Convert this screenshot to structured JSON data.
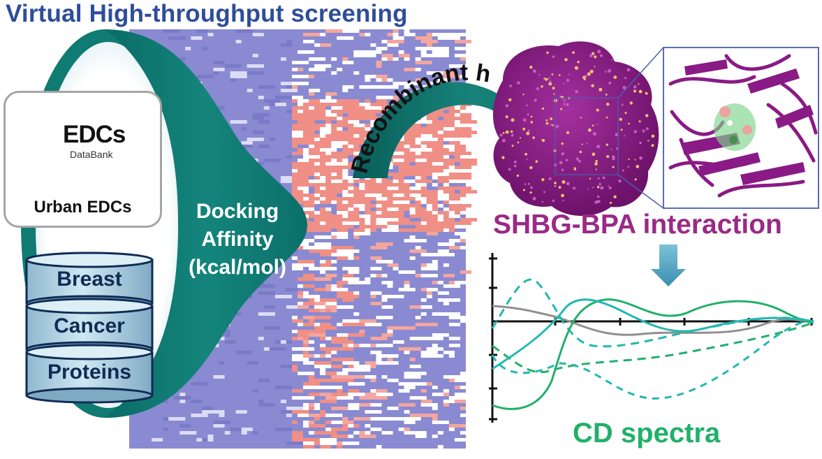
{
  "title": "Virtual High-throughput screening",
  "edc_box": {
    "logo_text": "EDCs",
    "logo_sub": "DataBank",
    "label": "Urban EDCs"
  },
  "database_stack": [
    "Breast",
    "Cancer",
    "Proteins"
  ],
  "funnel_text": {
    "line1": "Docking",
    "line2": "Affinity",
    "line3": "(kcal/mol)"
  },
  "arc_label": "Recombinant hSHBG",
  "interaction_label": "SHBG-BPA interaction",
  "spectra_label": "CD spectra",
  "colors": {
    "title": "#2e4d9a",
    "funnel": "#0f7b73",
    "heatmap_base": "#8a8ad2",
    "heatmap_hot": "#f08f86",
    "protein": "#8a1a86",
    "interaction_label": "#9a2a86",
    "cd_label": "#22b06a",
    "curve_teal": "#22b8b0",
    "curve_green": "#22b06a",
    "curve_gray": "#8f8f8f"
  }
}
